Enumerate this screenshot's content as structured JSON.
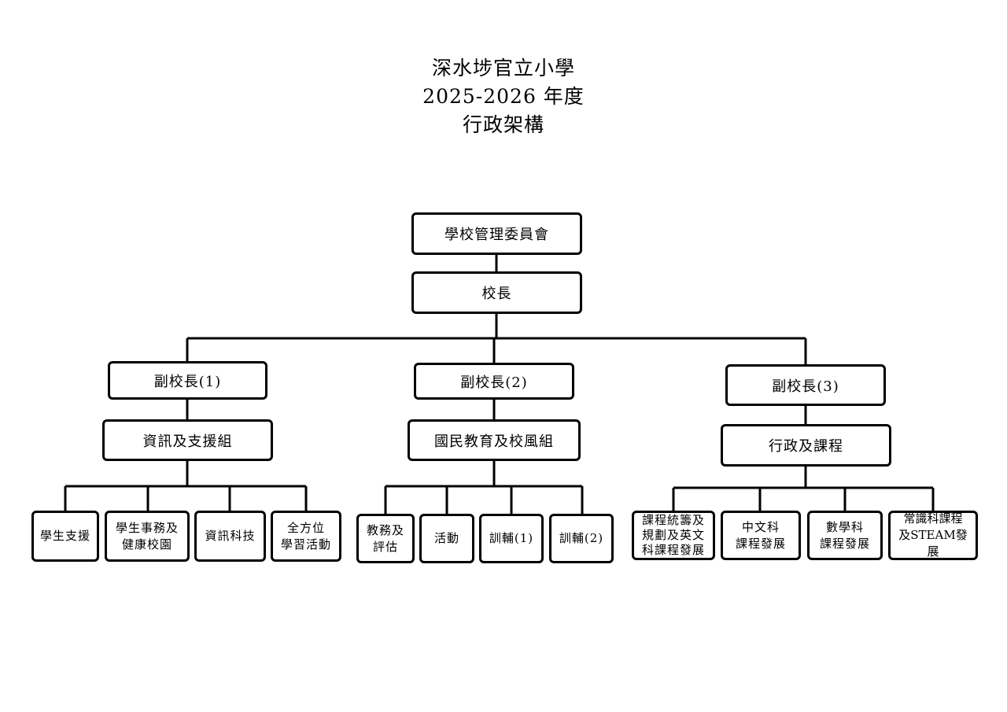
{
  "header": {
    "school": "深水埗官立小學",
    "year": "2025-2026 年度",
    "subtitle": "行政架構"
  },
  "chart": {
    "committee": "學校管理委員會",
    "principal": "校長",
    "vp1": "副校長(1)",
    "vp2": "副校長(2)",
    "vp3": "副校長(3)",
    "group1": "資訊及支援組",
    "group2": "國民教育及校風組",
    "group3": "行政及課程",
    "g1_units": [
      [
        "學生支援"
      ],
      [
        "學生事務及",
        "健康校園"
      ],
      [
        "資訊科技"
      ],
      [
        "全方位",
        "學習活動"
      ]
    ],
    "g2_units": [
      [
        "教務及",
        "評估"
      ],
      [
        "活動"
      ],
      [
        "訓輔(1)"
      ],
      [
        "訓輔(2)"
      ]
    ],
    "g3_units": [
      [
        "課程統籌及",
        "規劃及英文",
        "科課程發展"
      ],
      [
        "中文科",
        "課程發展"
      ],
      [
        "數學科",
        "課程發展"
      ],
      [
        "常識科課程",
        "及STEAM發展"
      ]
    ]
  }
}
